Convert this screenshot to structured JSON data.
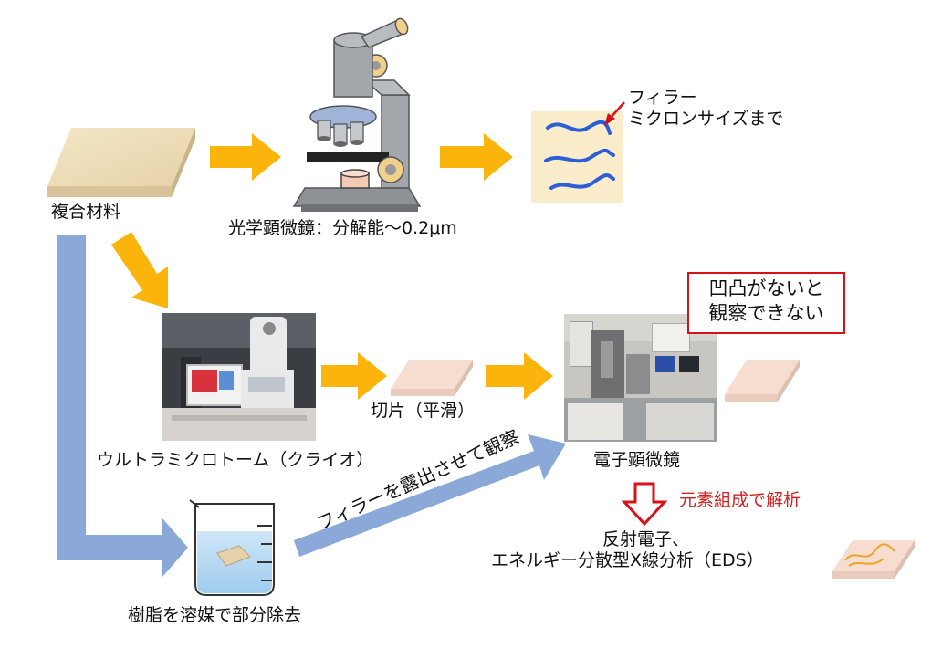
{
  "composite": {
    "label": "複合材料"
  },
  "optical": {
    "label": "光学顕微鏡：分解能～0.2μm"
  },
  "filler_note": {
    "line1": "フィラー",
    "line2": "ミクロンサイズまで"
  },
  "ultramicrotome": {
    "label": "ウルトラミクロトーム（クライオ）"
  },
  "slice": {
    "label": "切片（平滑）"
  },
  "electron": {
    "label": "電子顕微鏡",
    "question": "?"
  },
  "warning": {
    "line1": "凹凸がないと",
    "line2": "観察できない"
  },
  "dissolve": {
    "label": "樹脂を溶媒で部分除去"
  },
  "expose": {
    "label": "フィラーを露出させて観察"
  },
  "element": {
    "label": "元素組成で解析"
  },
  "detection": {
    "line1": "反射電子、",
    "line2": "エネルギー分散型X線分析（EDS）"
  },
  "colors": {
    "orange_arrow": "#fbb40c",
    "blue_arrow": "#8aa8d8",
    "red": "#d42020",
    "material": "#ecdcb8"
  }
}
